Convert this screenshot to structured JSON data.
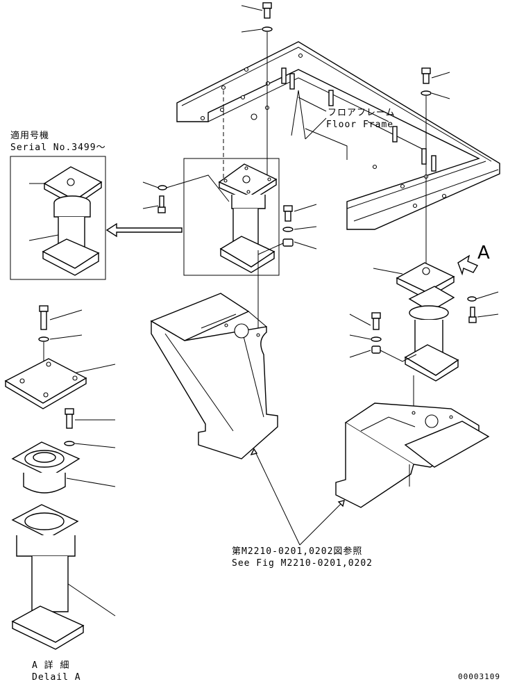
{
  "labels": {
    "floor_frame_jp": "フロアフレーム",
    "floor_frame_en": "Floor Frame",
    "serial_jp": "適用号機",
    "serial_en": "Serial No.3499～",
    "view_marker": "A",
    "see_fig_jp": "第M2210-0201,0202図参照",
    "see_fig_en": "See Fig M2210-0201,0202",
    "detail_jp": "A 詳 細",
    "detail_en": "Delail A",
    "drawing_number": "00003109"
  }
}
